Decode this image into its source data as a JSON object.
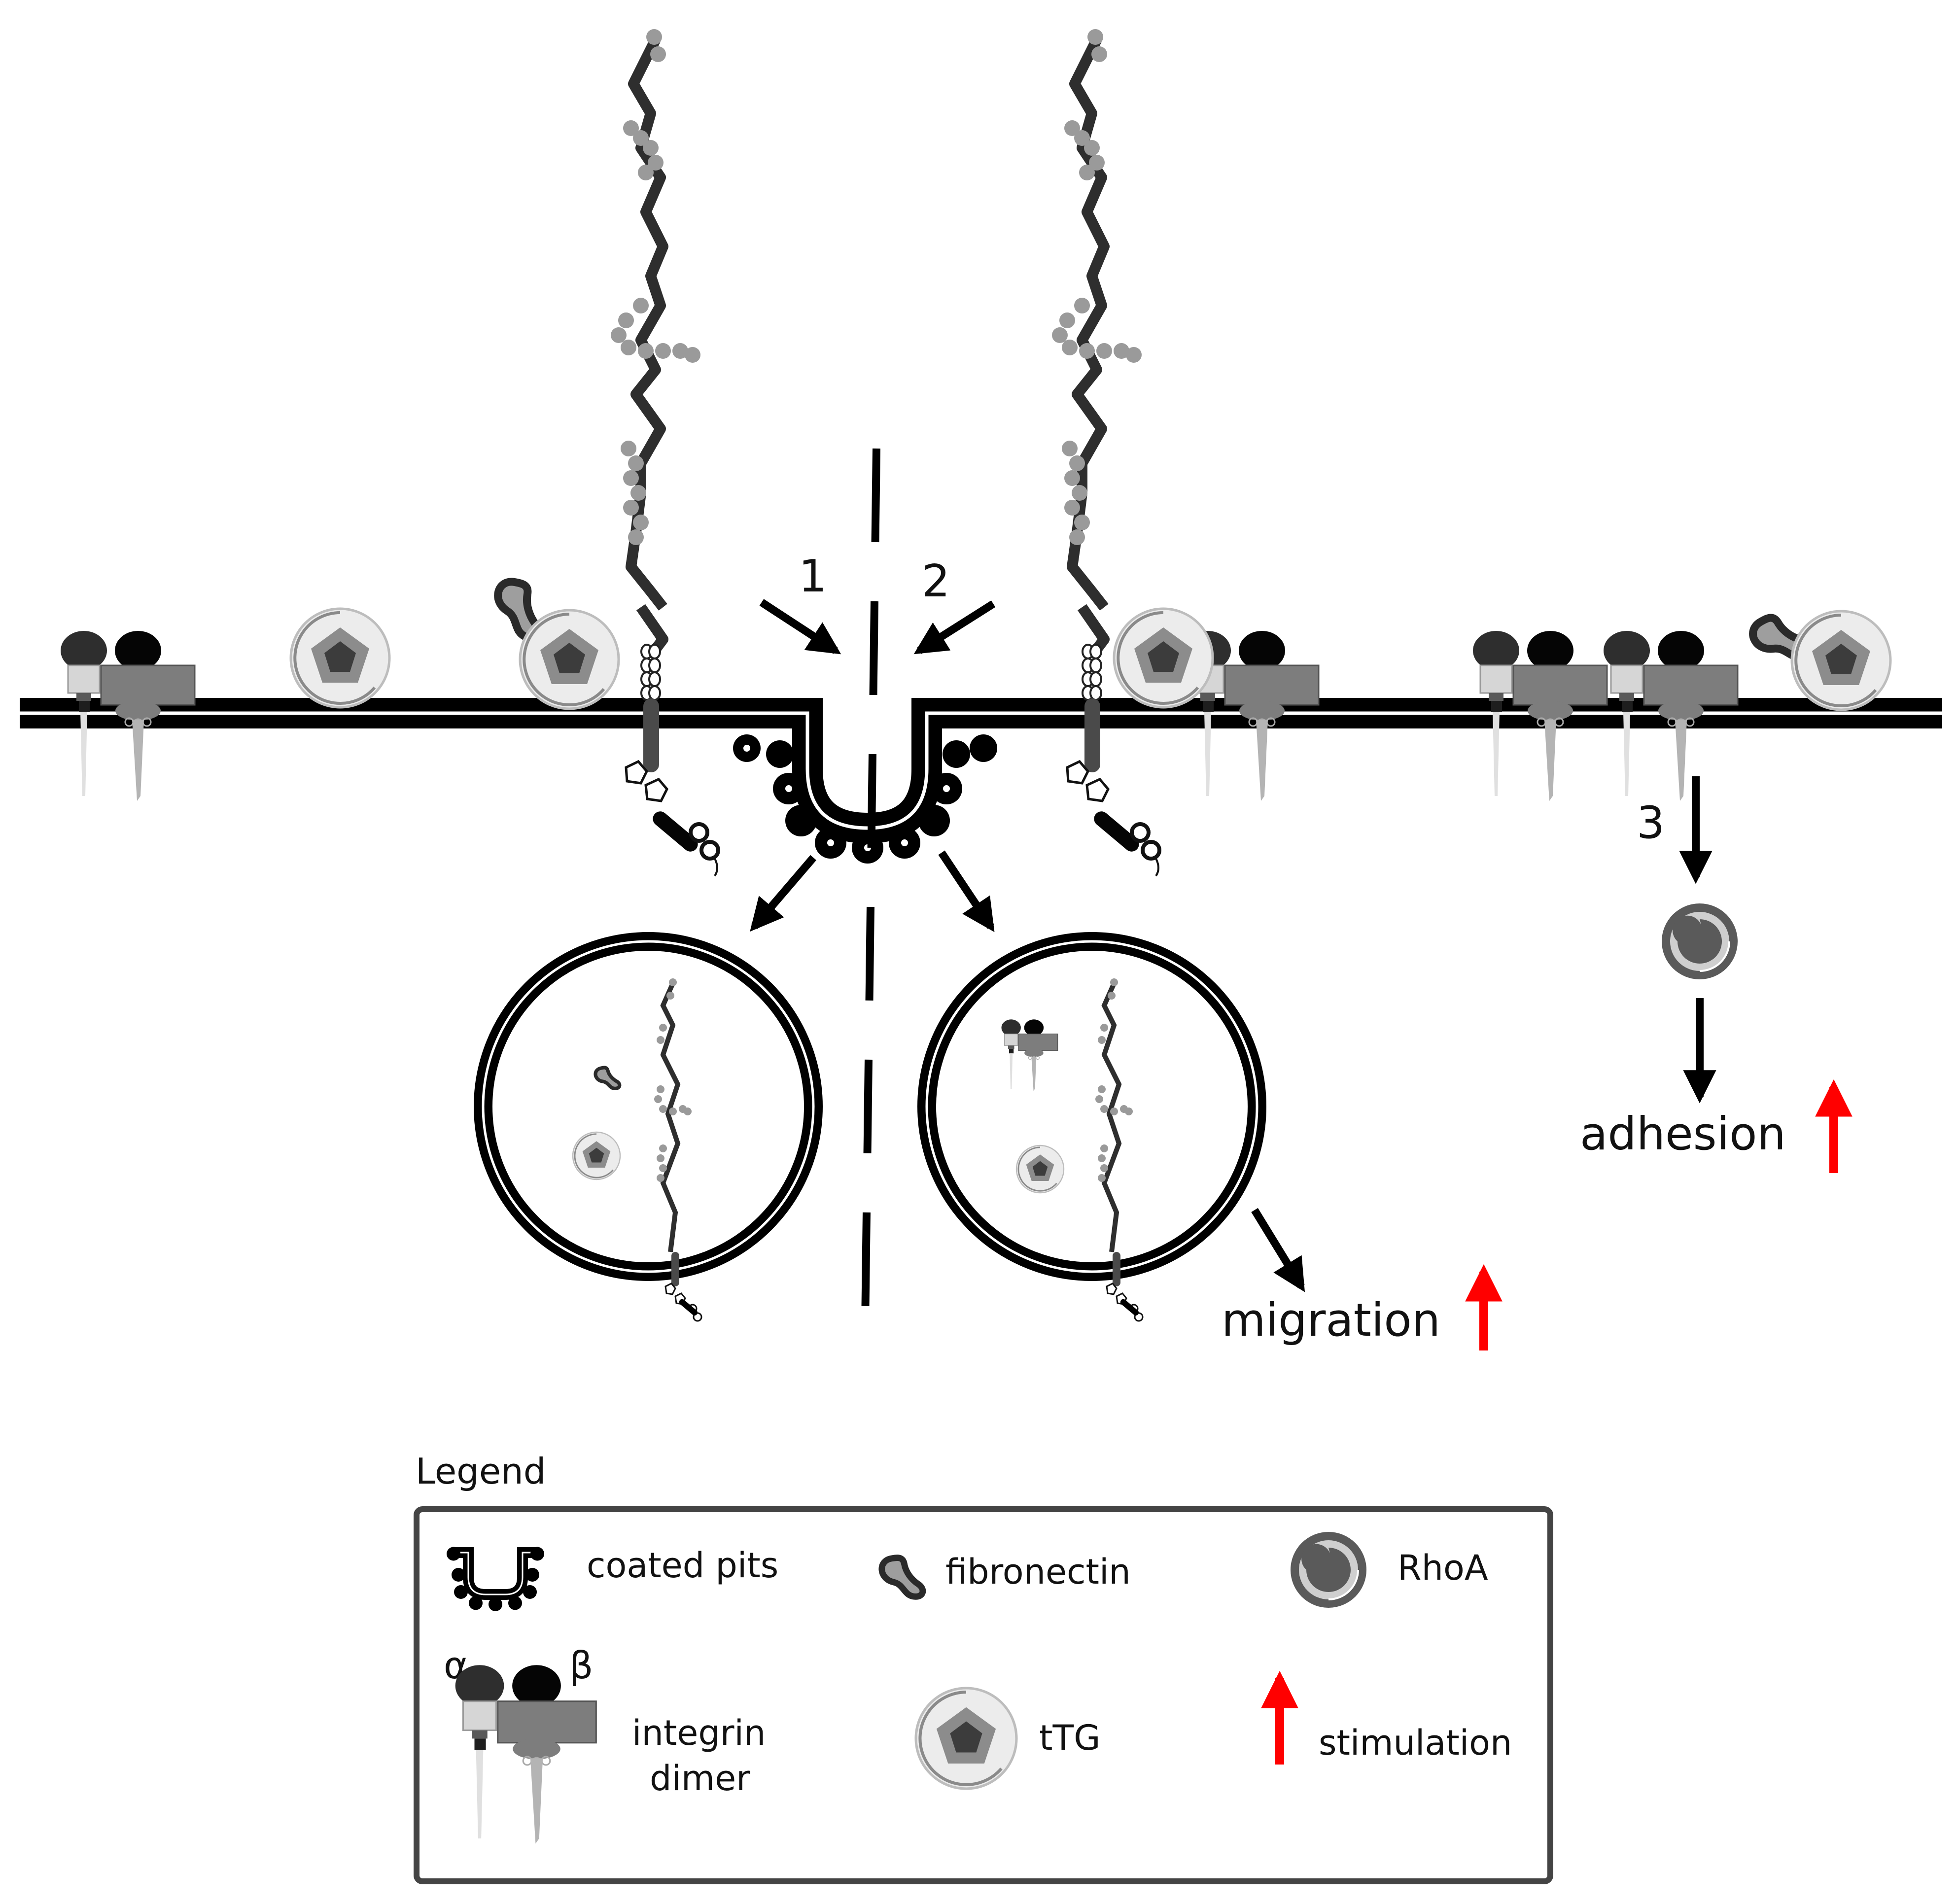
{
  "labels": {
    "step1": "1",
    "step2": "2",
    "step3": "3",
    "migration": "migration",
    "adhesion": "adhesion"
  },
  "legend": {
    "title": "Legend",
    "items": {
      "coated_pits": "coated pits",
      "fibronectin": "fibronectin",
      "rhoa": "RhoA",
      "integrin_alpha": "α",
      "integrin_beta": "β",
      "integrin_line1": "integrin",
      "integrin_line2": "dimer",
      "ttg": "tTG",
      "stimulation": "stimulation"
    }
  },
  "colors": {
    "membrane": "#000000",
    "stimulation_arrow": "#ff0000",
    "dark_grey": "#2e2e2e",
    "mid_grey": "#777777",
    "light_grey": "#bdbdbd",
    "bead_grey": "#9a9a9a"
  }
}
